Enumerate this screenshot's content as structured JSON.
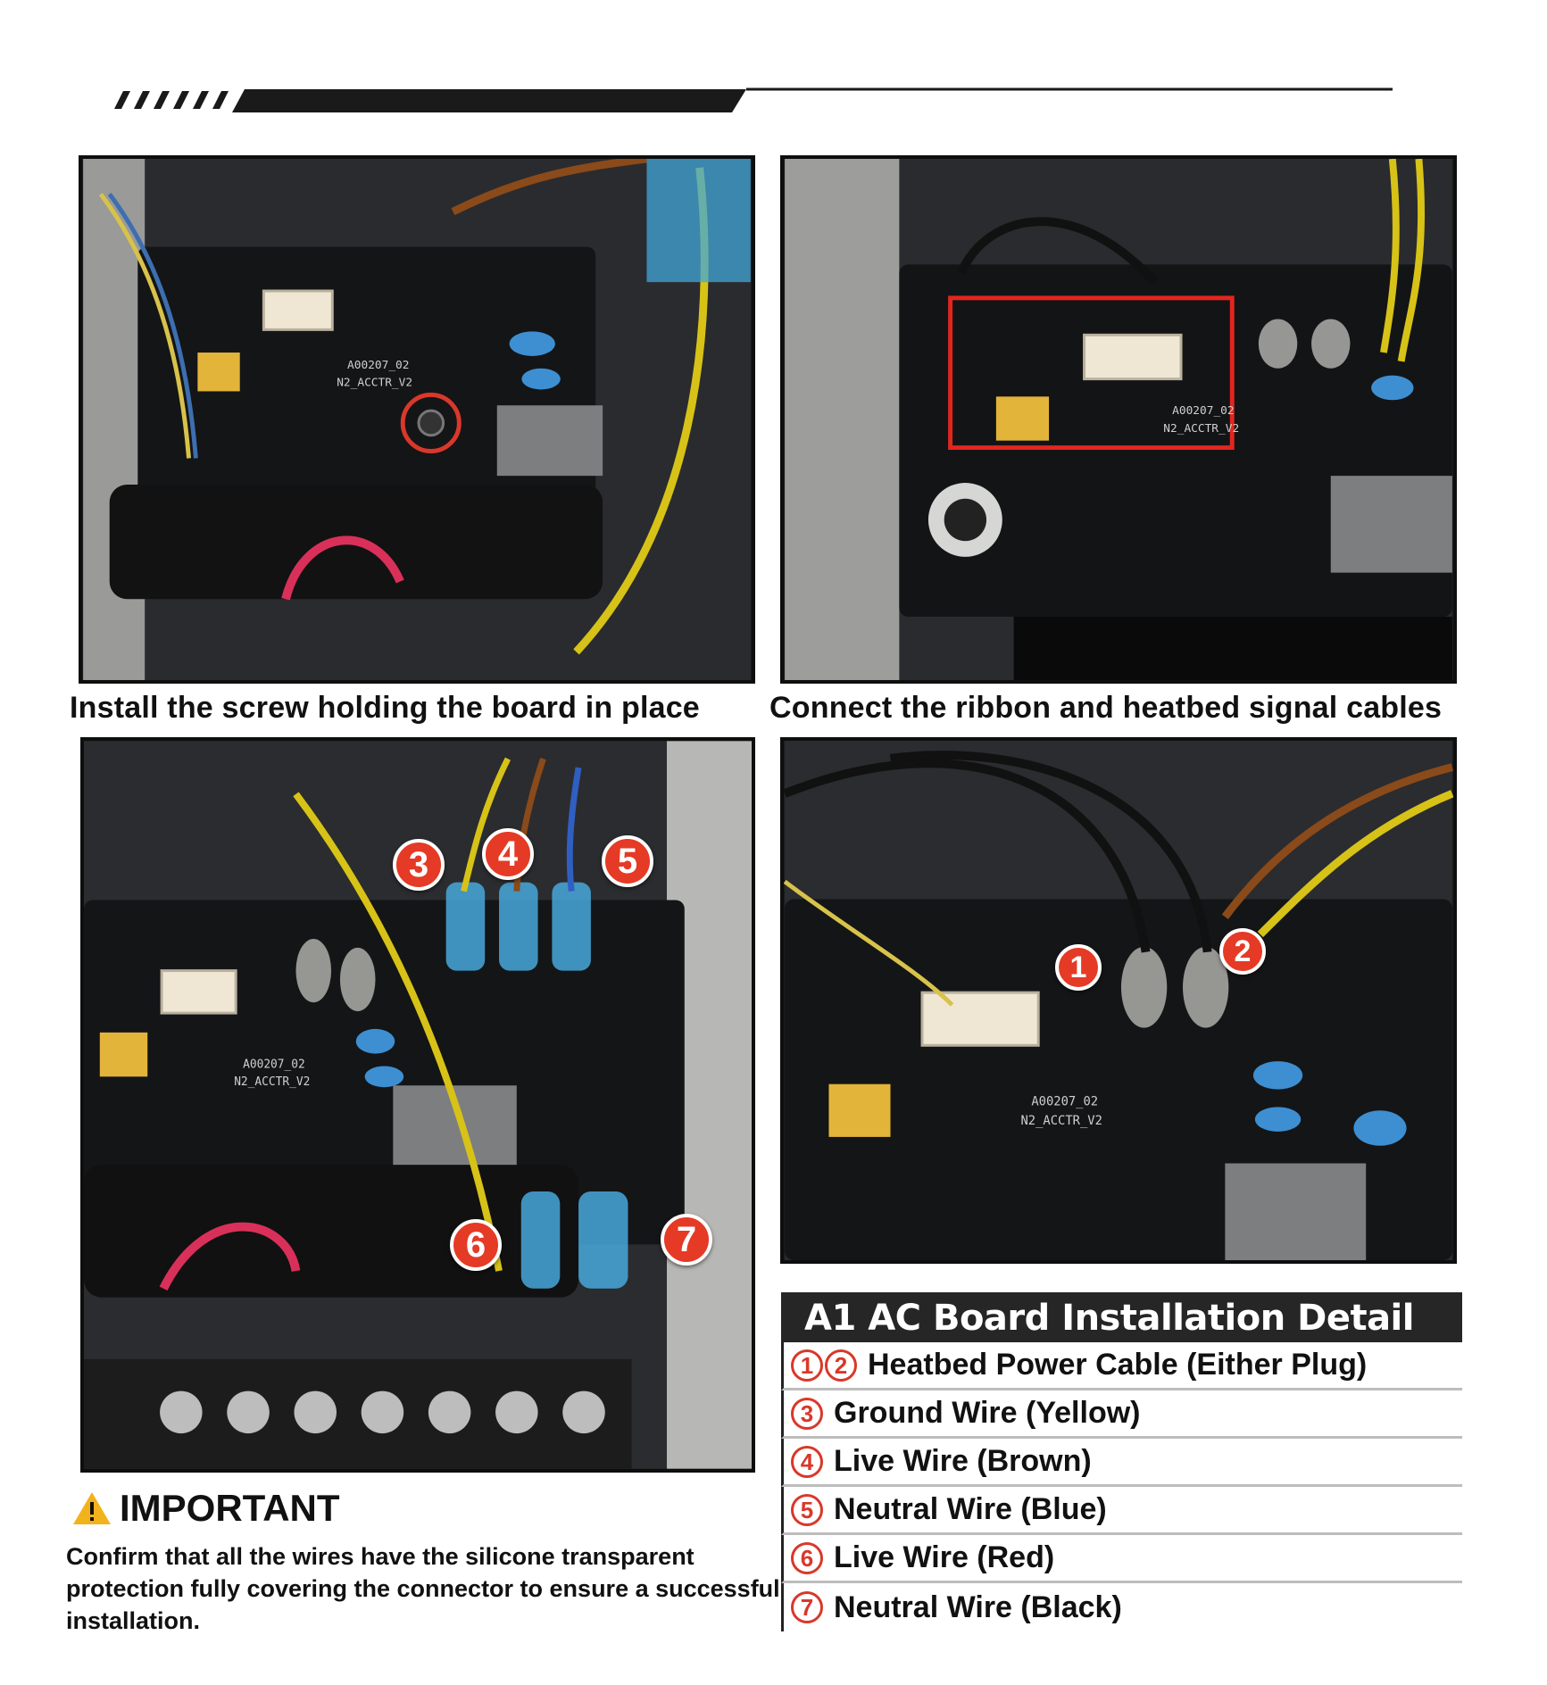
{
  "captions": {
    "top_left": "Install the screw holding the board in place",
    "top_right": "Connect the ribbon and heatbed signal cables"
  },
  "board_silkscreen": {
    "part": "A00207_02",
    "model": "N2_ACCTR_V2"
  },
  "photo_badges": {
    "bottom_left": [
      "3",
      "4",
      "5",
      "6",
      "7"
    ],
    "bottom_right": [
      "1",
      "2"
    ]
  },
  "legend": {
    "title": "A1 AC Board Installation Detail",
    "rows": [
      {
        "nums": [
          "1",
          "2"
        ],
        "label": "Heatbed Power Cable (Either Plug)"
      },
      {
        "nums": [
          "3"
        ],
        "label": "Ground Wire (Yellow)"
      },
      {
        "nums": [
          "4"
        ],
        "label": "Live Wire (Brown)"
      },
      {
        "nums": [
          "5"
        ],
        "label": "Neutral Wire (Blue)"
      },
      {
        "nums": [
          "6"
        ],
        "label": "Live Wire (Red)"
      },
      {
        "nums": [
          "7"
        ],
        "label": "Neutral Wire (Black)"
      }
    ]
  },
  "important": {
    "title": "IMPORTANT",
    "body": "Confirm that all the wires have the silicone transparent protection fully covering the connector to ensure a successful installation."
  },
  "colors": {
    "accent_red": "#e53a25",
    "legend_header": "#262626",
    "warning_yellow": "#f2b21b"
  },
  "icons": {
    "warning": "warning-triangle-icon"
  }
}
